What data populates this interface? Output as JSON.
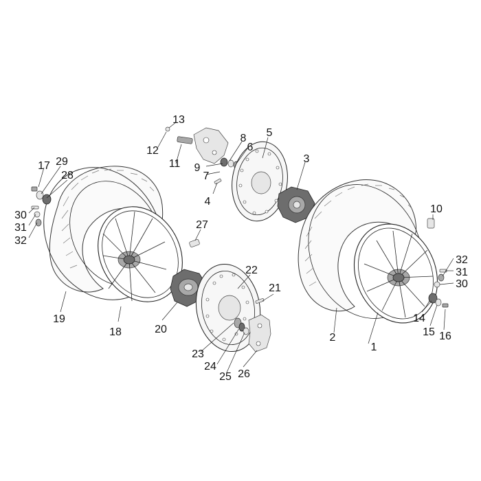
{
  "diagram": {
    "callouts": [
      "1",
      "2",
      "3",
      "4",
      "5",
      "6",
      "7",
      "8",
      "9",
      "10",
      "11",
      "12",
      "13",
      "14",
      "15",
      "16",
      "17",
      "18",
      "19",
      "20",
      "21",
      "22",
      "23",
      "24",
      "25",
      "26",
      "27",
      "28",
      "29",
      "30",
      "31",
      "32",
      "30",
      "31",
      "32"
    ]
  }
}
